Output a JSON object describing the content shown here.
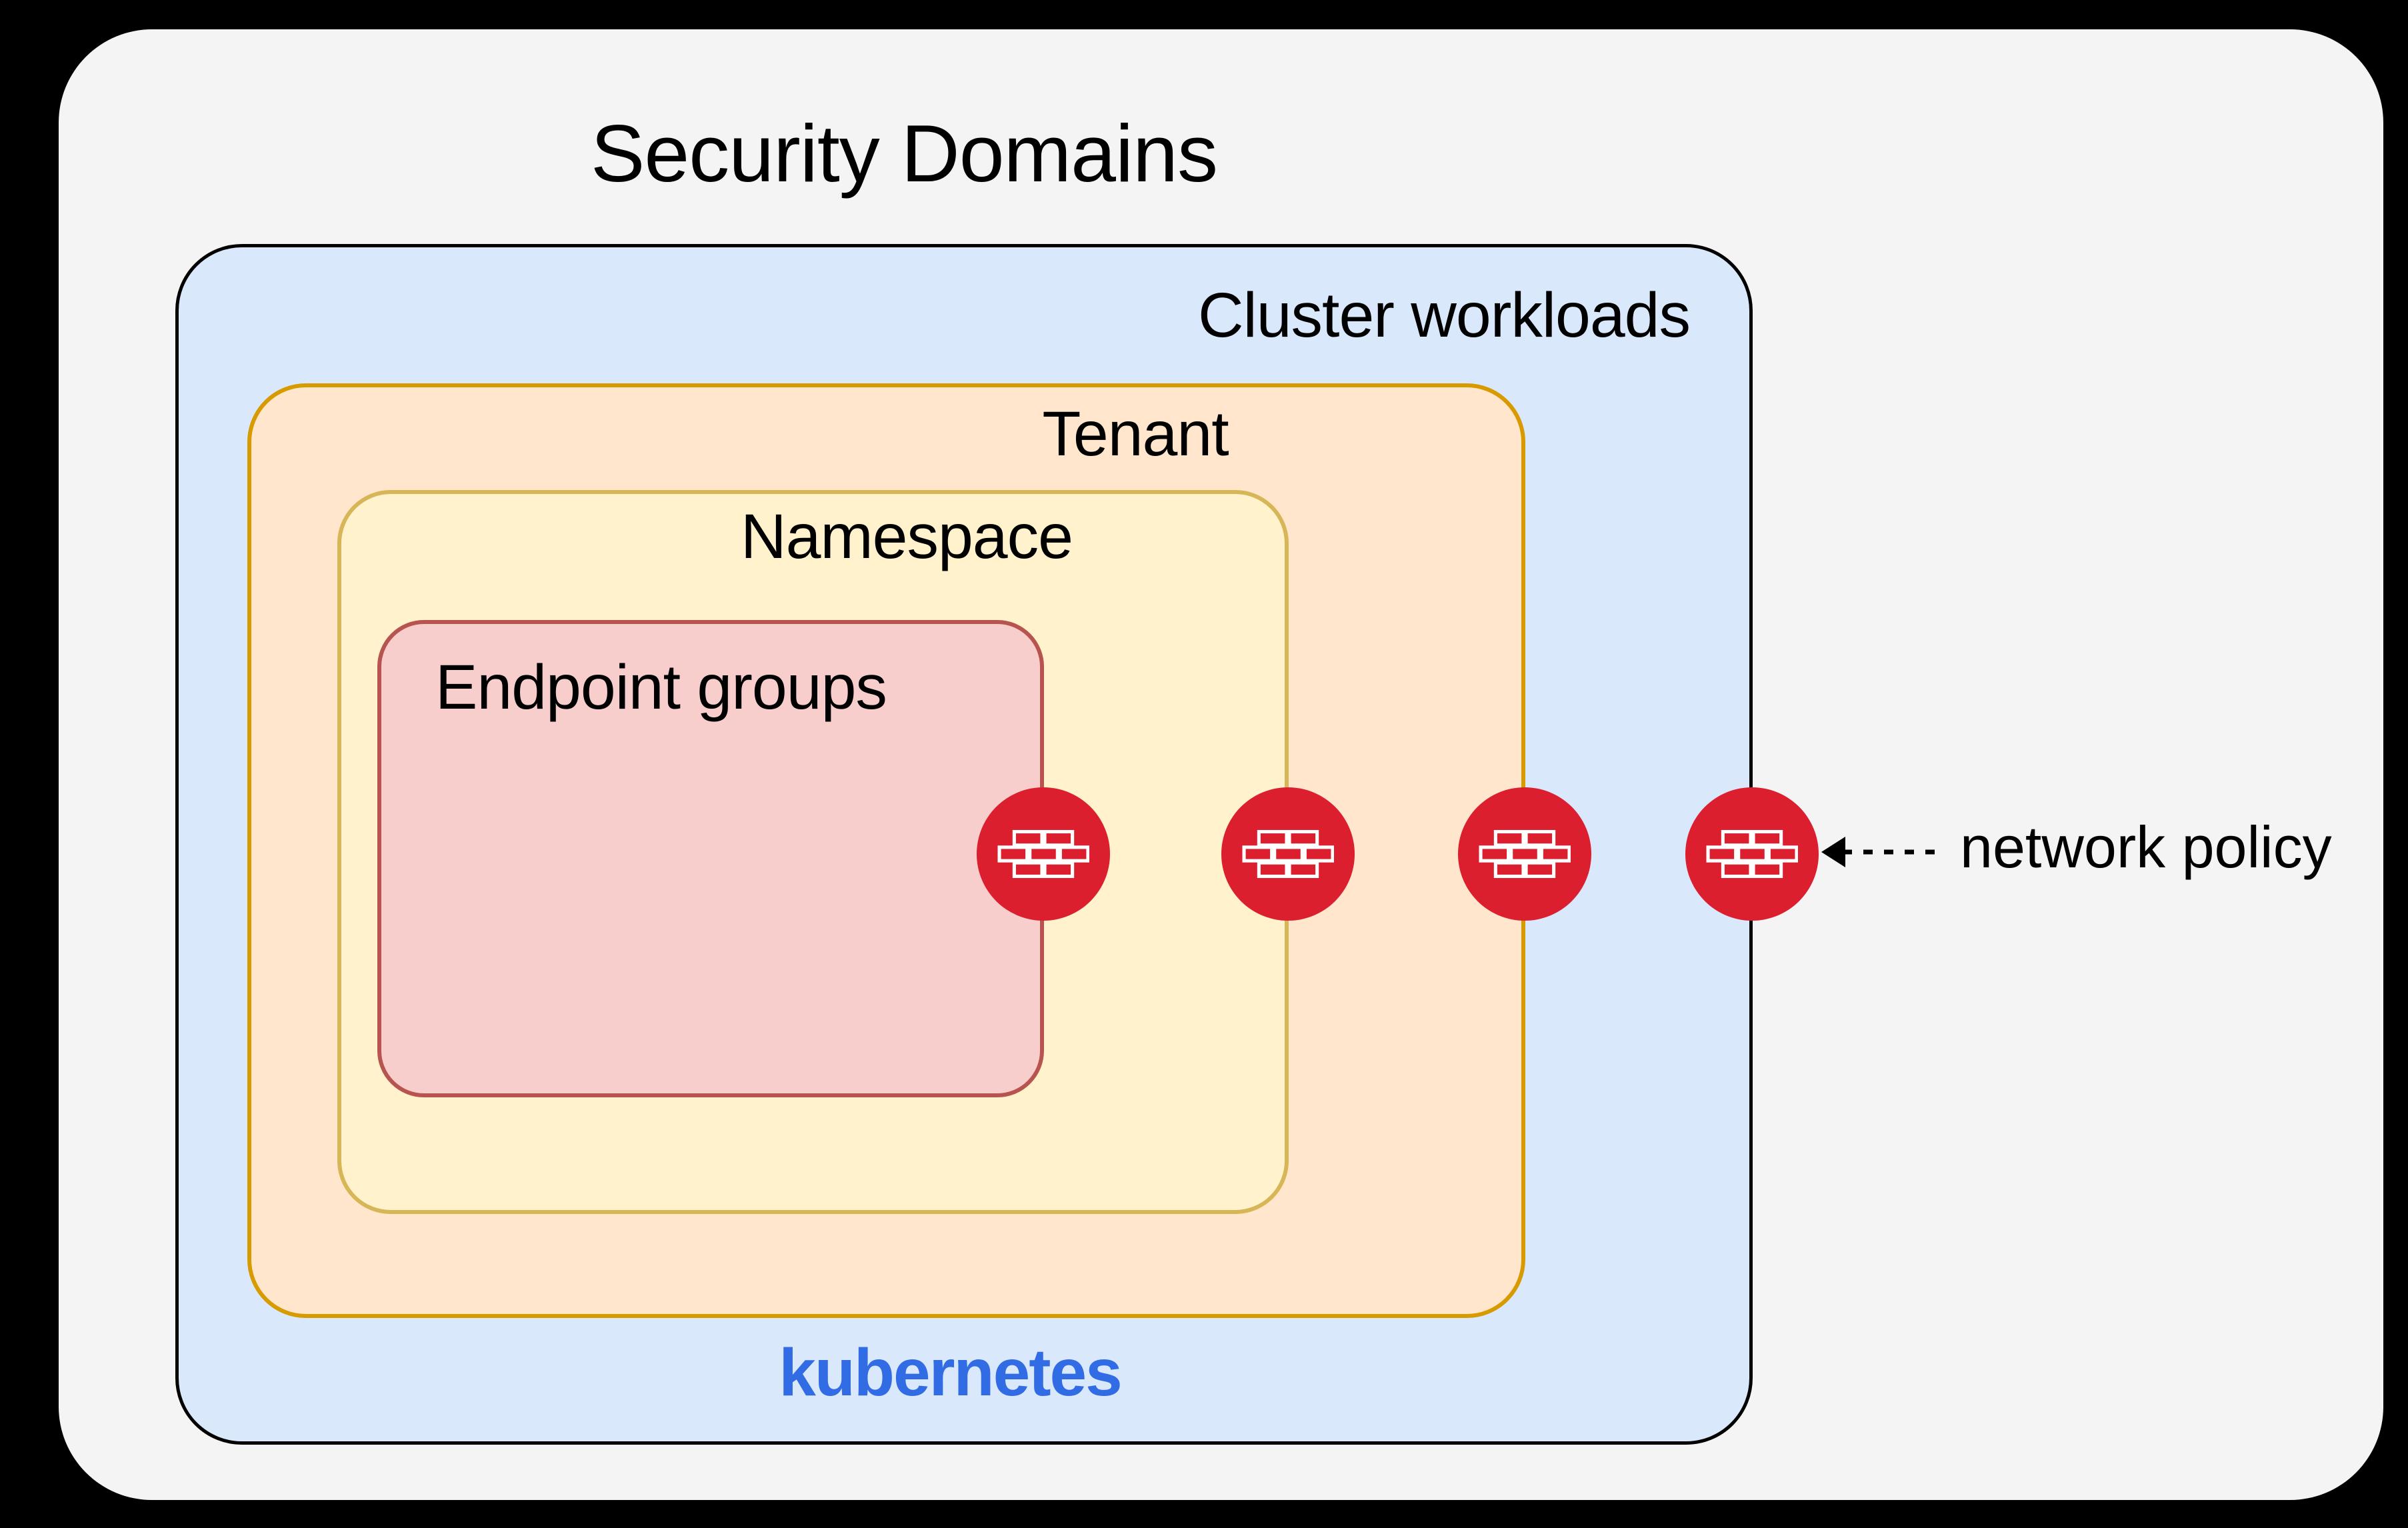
{
  "title": "Security Domains",
  "panel": {
    "background": "#f4f4f4",
    "canvas_background": "#000000"
  },
  "domains": {
    "cluster": {
      "label": "Cluster workloads",
      "sublabel": "kubernetes",
      "fill": "#dae8fc",
      "stroke": "#000000",
      "sublabel_color": "#326ce5"
    },
    "tenant": {
      "label": "Tenant",
      "fill": "#ffe6cc",
      "stroke": "#d79b00"
    },
    "namespace": {
      "label": "Namespace",
      "fill": "#fff2cc",
      "stroke": "#d6b656"
    },
    "endpoint_groups": {
      "label": "Endpoint groups",
      "fill": "#f8cecc",
      "stroke": "#b85450"
    }
  },
  "firewall": {
    "count": 4,
    "icon": "brick-wall",
    "color": "#dc1f2e",
    "brick_outline": "#ffffff"
  },
  "annotation": {
    "label": "network policy",
    "arrow_style": "dashed",
    "arrow_direction": "left"
  }
}
